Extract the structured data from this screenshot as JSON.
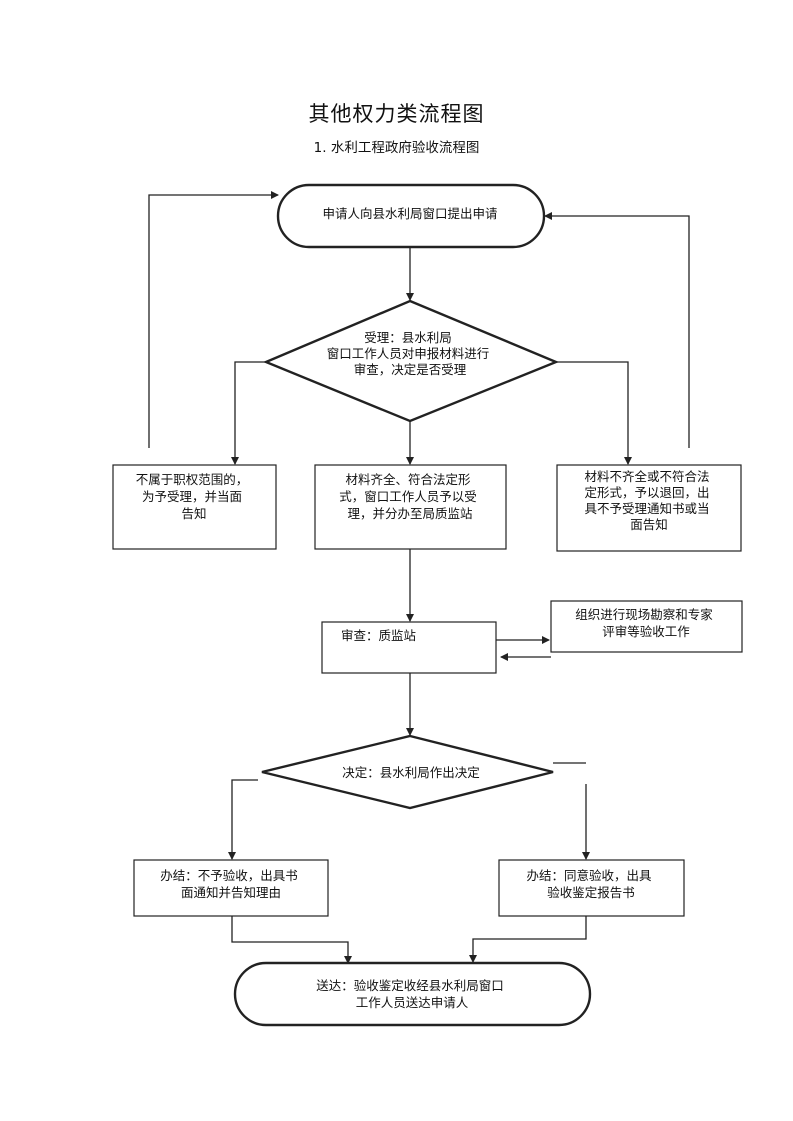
{
  "page": {
    "title": "其他权力类流程图",
    "subtitle": "1. 水利工程政府验收流程图"
  },
  "nodes": {
    "apply": [
      "申请人向县水利局窗口提出申请"
    ],
    "accept": [
      "受理：县水利局",
      "窗口工作人员对申报材料进行",
      "审查，决定是否受理"
    ],
    "out_of_scope": [
      "不属于职权范围的，",
      "为予受理，并当面",
      "告知"
    ],
    "complete": [
      "材料齐全、符合法定形",
      "式，窗口工作人员予以受",
      "理，并分办至局质监站"
    ],
    "incomplete": [
      "材料不齐全或不符合法",
      "定形式，予以退回，出",
      "具不予受理通知书或当",
      "面告知"
    ],
    "review": [
      "审查：质监站"
    ],
    "inspection": [
      "组织进行现场勘察和专家",
      "评审等验收工作"
    ],
    "decision": [
      "决定：县水利局作出决定"
    ],
    "reject": [
      "办结：不予验收，出具书",
      "面通知并告知理由"
    ],
    "approve": [
      "办结：同意验收，出具",
      "验收鉴定报告书"
    ],
    "deliver": [
      "送达：验收鉴定收经县水利局窗口",
      "工作人员送达申请人"
    ]
  }
}
